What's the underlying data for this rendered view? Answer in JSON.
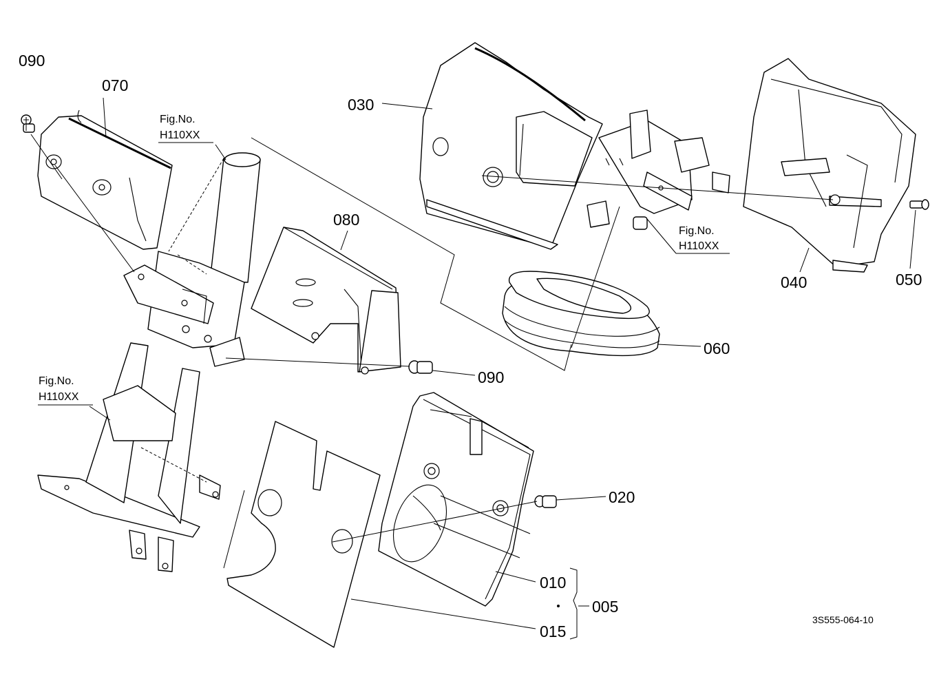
{
  "parts": [
    {
      "id": "p090a",
      "label": "090"
    },
    {
      "id": "p070",
      "label": "070"
    },
    {
      "id": "p030",
      "label": "030"
    },
    {
      "id": "p080",
      "label": "080"
    },
    {
      "id": "p090b",
      "label": "090"
    },
    {
      "id": "p060",
      "label": "060"
    },
    {
      "id": "p040",
      "label": "040"
    },
    {
      "id": "p050",
      "label": "050"
    },
    {
      "id": "p020",
      "label": "020"
    },
    {
      "id": "p010",
      "label": "010"
    },
    {
      "id": "p015",
      "label": "015"
    },
    {
      "id": "p005",
      "label": "005"
    }
  ],
  "fig_refs": [
    {
      "line1": "Fig.No.",
      "line2": "H110XX"
    },
    {
      "line1": "Fig.No.",
      "line2": "H110XX"
    },
    {
      "line1": "Fig.No.",
      "line2": "H110XX"
    }
  ],
  "drawing_code": "3S555-064-10"
}
